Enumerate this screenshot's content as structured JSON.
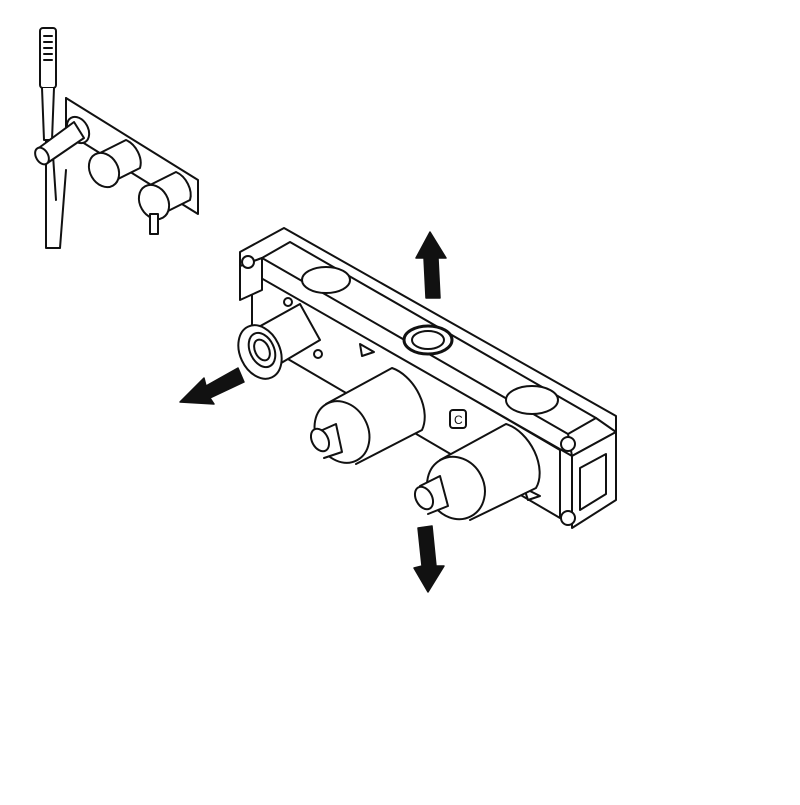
{
  "figure": {
    "colors": {
      "stroke": "#111111",
      "fill": "#ffffff",
      "arrow": "#111111",
      "background": "#ffffff"
    },
    "thumbnail": {
      "parts": [
        "hand-shower",
        "wall-plate",
        "shower-holder",
        "control-knob-upper",
        "control-knob-lower",
        "hose"
      ]
    },
    "valve_body": {
      "parts": [
        "housing-frame",
        "top-opening-left",
        "top-opening-center",
        "top-opening-right",
        "port-left",
        "cartridge-upper",
        "cartridge-lower"
      ],
      "markings": {
        "triangle": "△",
        "c_mark": "C",
        "lower_triangle": "△"
      }
    },
    "arrows": [
      {
        "name": "outlet-up-arrow",
        "direction": "up"
      },
      {
        "name": "outlet-left-arrow",
        "direction": "left-down"
      },
      {
        "name": "outlet-down-arrow",
        "direction": "down"
      }
    ]
  }
}
